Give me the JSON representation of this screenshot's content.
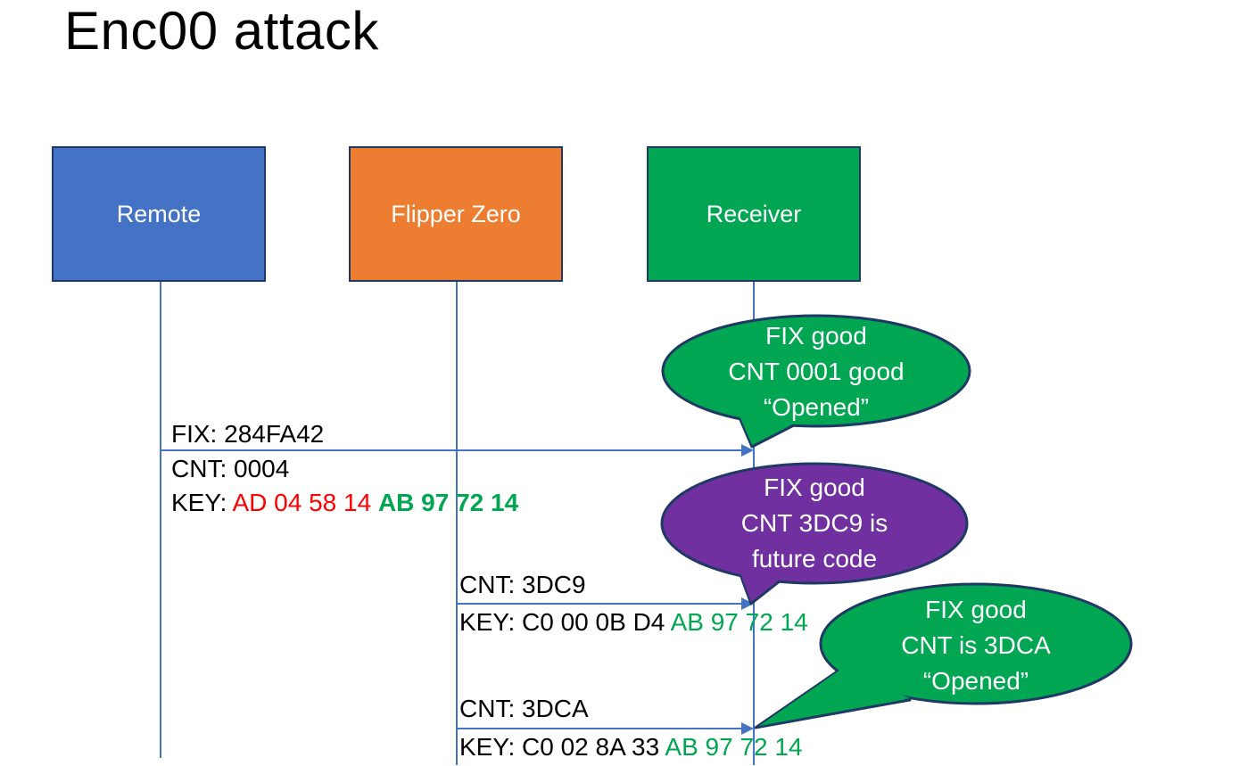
{
  "title": "Enc00 attack",
  "colors": {
    "actor_remote_fill": "#4472C4",
    "actor_flipper_fill": "#ED7D31",
    "actor_receiver_fill": "#00A651",
    "shape_border": "#1F3864",
    "connector_blue": "#4472C4",
    "callout_green": "#00A651",
    "callout_purple": "#7030A0",
    "key_changing_red": "#FF0000",
    "key_fixed_green": "#00A651"
  },
  "actors": [
    {
      "label": "Remote"
    },
    {
      "label": "Flipper Zero"
    },
    {
      "label": "Receiver"
    }
  ],
  "messages": [
    {
      "fix": "FIX: 284FA42",
      "cnt": "CNT: 0004",
      "key_prefix": "KEY: ",
      "key_red": "AD 04 58 14 ",
      "key_green": "AB 97 72 14"
    },
    {
      "cnt": "CNT: 3DC9",
      "key_prefix": "KEY: C0 00 0B D4 ",
      "key_green": "AB 97 72 14"
    },
    {
      "cnt": "CNT: 3DCA",
      "key_prefix": "KEY: C0 02 8A 33 ",
      "key_green": "AB 97 72 14"
    }
  ],
  "callouts": [
    {
      "line1": "FIX good",
      "line2": "CNT 0001 good",
      "line3": "“Opened”"
    },
    {
      "line1": "FIX good",
      "line2": "CNT 3DC9 is",
      "line3": "future code"
    },
    {
      "line1": "FIX good",
      "line2": "CNT is 3DCA",
      "line3": "“Opened”"
    }
  ]
}
